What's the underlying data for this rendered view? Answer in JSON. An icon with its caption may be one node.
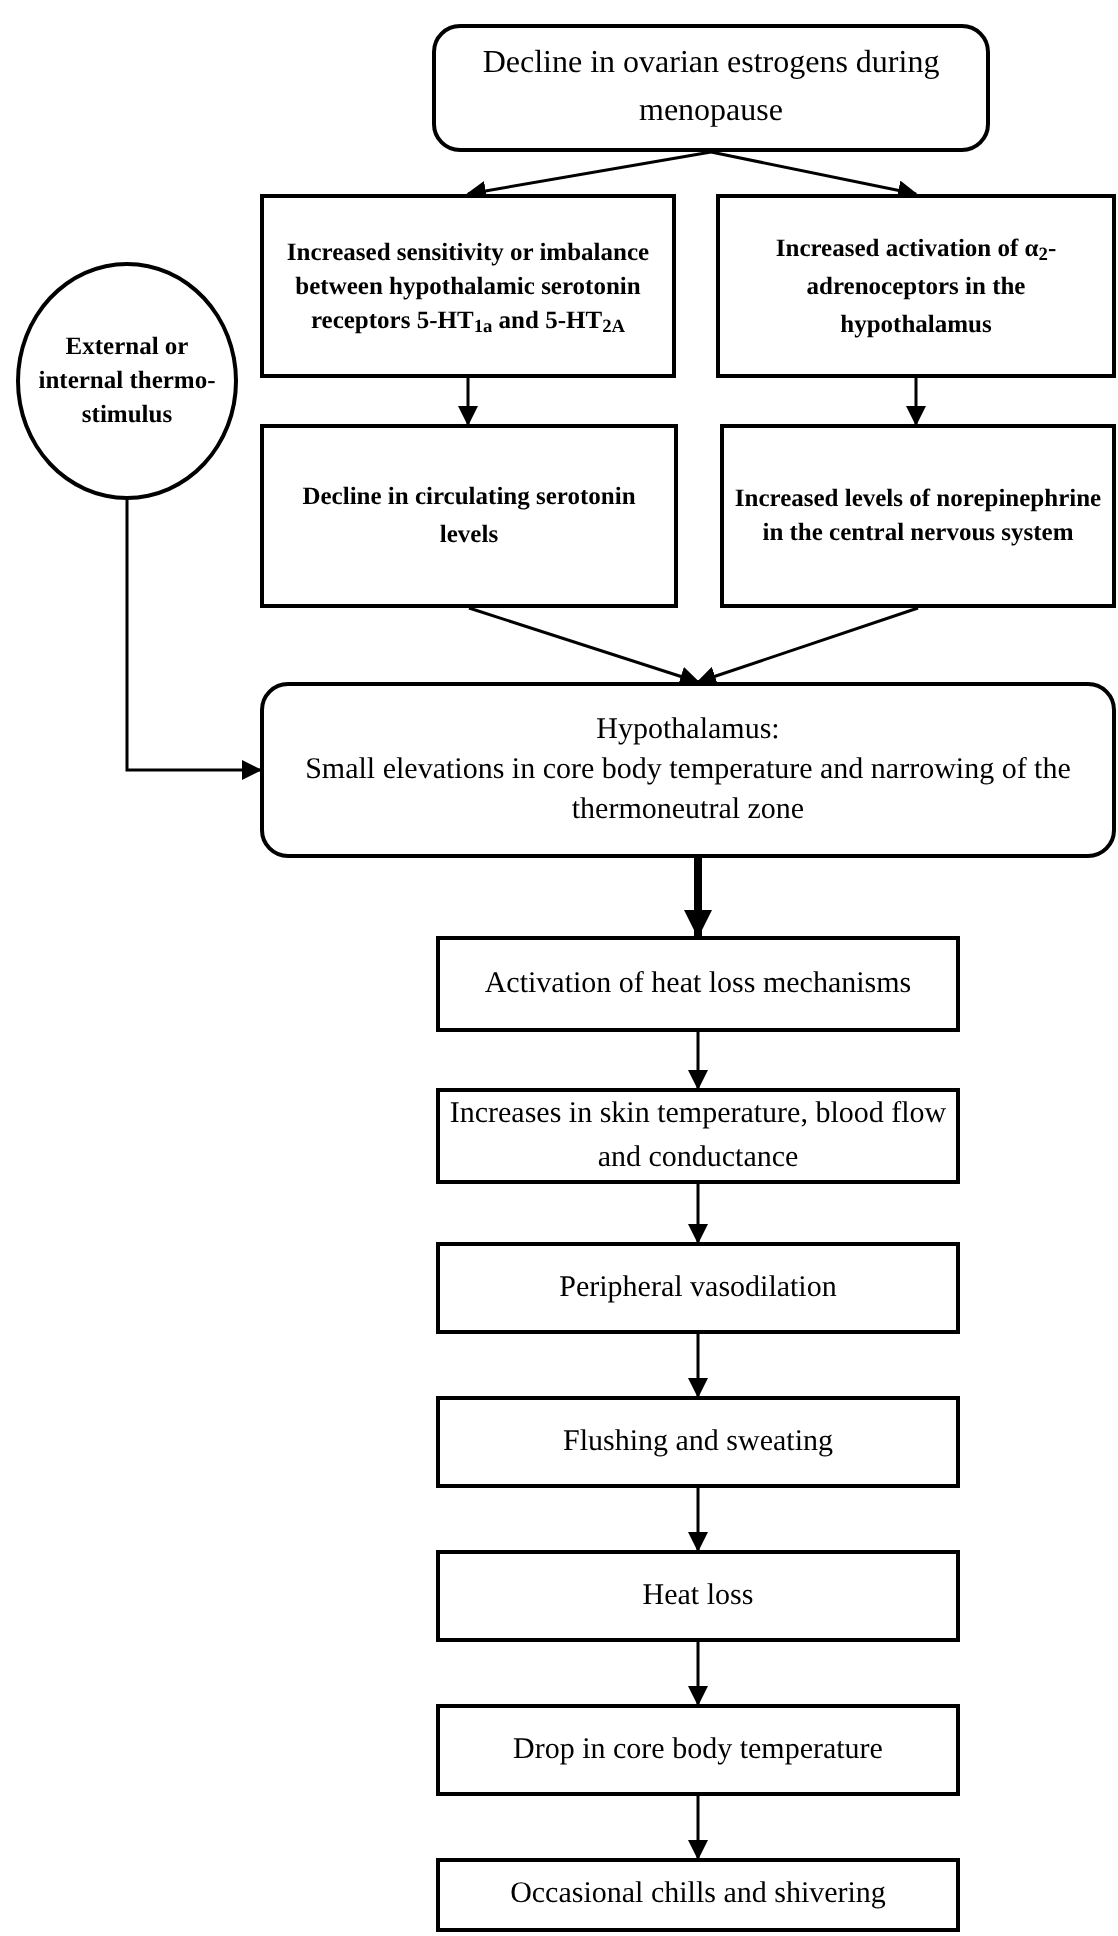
{
  "diagram": {
    "nodes": [
      {
        "text": [
          "Decline in ovarian estrogens during menopause"
        ]
      },
      {
        "text": [
          "Increased sensitivity or imbalance between hypothalamic serotonin receptors 5-HT$_{1a}$ and 5-HT$_{2A}$"
        ]
      },
      {
        "text": [
          "Increased activation of α$_{2}$-adrenoceptors in the hypothalamus"
        ]
      },
      {
        "text": [
          "External or internal thermo- stimulus"
        ]
      },
      {
        "text": [
          "Decline in circulating serotonin levels"
        ]
      },
      {
        "text": [
          "Increased levels of norepinephrine in the central nervous system"
        ]
      },
      {
        "text": [
          "Hypothalamus:",
          "Small elevations in core body temperature and narrowing of the thermoneutral zone"
        ]
      },
      {
        "text": [
          "Activation of heat loss mechanisms"
        ]
      },
      {
        "text": [
          "Increases in skin temperature, blood flow and conductance"
        ]
      },
      {
        "text": [
          "Peripheral vasodilation"
        ]
      },
      {
        "text": [
          "Flushing and sweating"
        ]
      },
      {
        "text": [
          "Heat loss"
        ]
      },
      {
        "text": [
          "Drop in core body temperature"
        ]
      },
      {
        "text": [
          "Occasional chills and shivering"
        ]
      }
    ],
    "edges": [
      {
        "from": 0,
        "to": 1,
        "arrow": "to"
      },
      {
        "from": 0,
        "to": 2,
        "arrow": "to"
      },
      {
        "from": 1,
        "to": 4,
        "arrow": "to"
      },
      {
        "from": 2,
        "to": 5,
        "arrow": "to"
      },
      {
        "from": 4,
        "to": 6,
        "arrow": "to"
      },
      {
        "from": 5,
        "to": 6,
        "arrow": "to"
      },
      {
        "from": 3,
        "to": 6,
        "arrow": "to"
      },
      {
        "from": 6,
        "to": 7,
        "arrow": "to",
        "style": "thick"
      },
      {
        "from": 7,
        "to": 8,
        "arrow": "to"
      },
      {
        "from": 8,
        "to": 9,
        "arrow": "to"
      },
      {
        "from": 9,
        "to": 10,
        "arrow": "to"
      },
      {
        "from": 10,
        "to": 11,
        "arrow": "to"
      },
      {
        "from": 11,
        "to": 12,
        "arrow": "to"
      },
      {
        "from": 12,
        "to": 13,
        "arrow": "to"
      }
    ]
  }
}
